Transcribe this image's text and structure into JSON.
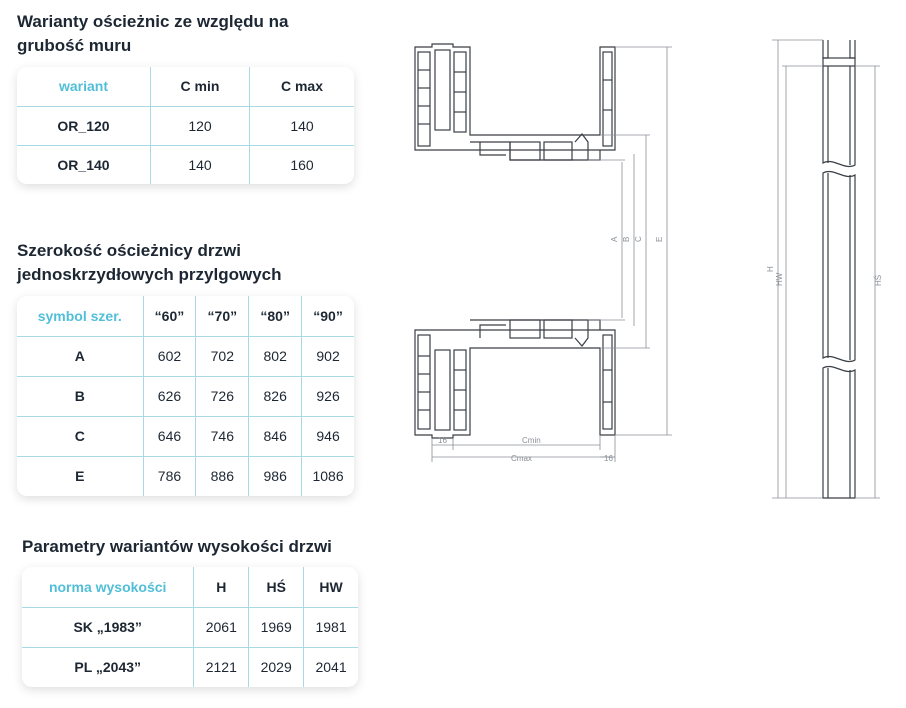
{
  "variants": {
    "title": "Warianty ościeżnic ze względu na grubość muru",
    "headers": [
      "wariant",
      "C min",
      "C max"
    ],
    "rows": [
      [
        "OR_120",
        "120",
        "140"
      ],
      [
        "OR_140",
        "140",
        "160"
      ]
    ]
  },
  "widths": {
    "title": "Szerokość ościeżnicy drzwi jednoskrzydłowych przylgowych",
    "headers": [
      "symbol szer.",
      "“60”",
      "“70”",
      "“80”",
      "“90”"
    ],
    "rows": [
      [
        "A",
        "602",
        "702",
        "802",
        "902"
      ],
      [
        "B",
        "626",
        "726",
        "826",
        "926"
      ],
      [
        "C",
        "646",
        "746",
        "846",
        "946"
      ],
      [
        "E",
        "786",
        "886",
        "986",
        "1086"
      ]
    ]
  },
  "heights": {
    "title": "Parametry wariantów wysokości drzwi",
    "headers": [
      "norma wysokości",
      "H",
      "HŚ",
      "HW"
    ],
    "rows": [
      [
        "SK „1983”",
        "2061",
        "1969",
        "1981"
      ],
      [
        "PL „2043”",
        "2121",
        "2029",
        "2041"
      ]
    ]
  },
  "drawing_labels": {
    "a": "A",
    "b": "B",
    "c": "C",
    "e": "E",
    "gap_left": "16",
    "gap_right": "16",
    "cmin": "Cmin",
    "cmax": "Cmax",
    "h": "H",
    "hw": "HW",
    "hs": "HŚ"
  },
  "colors": {
    "accent": "#52bfd8",
    "grid": "#a9d8e6",
    "text": "#1d2733",
    "line": "#3a3f45"
  }
}
